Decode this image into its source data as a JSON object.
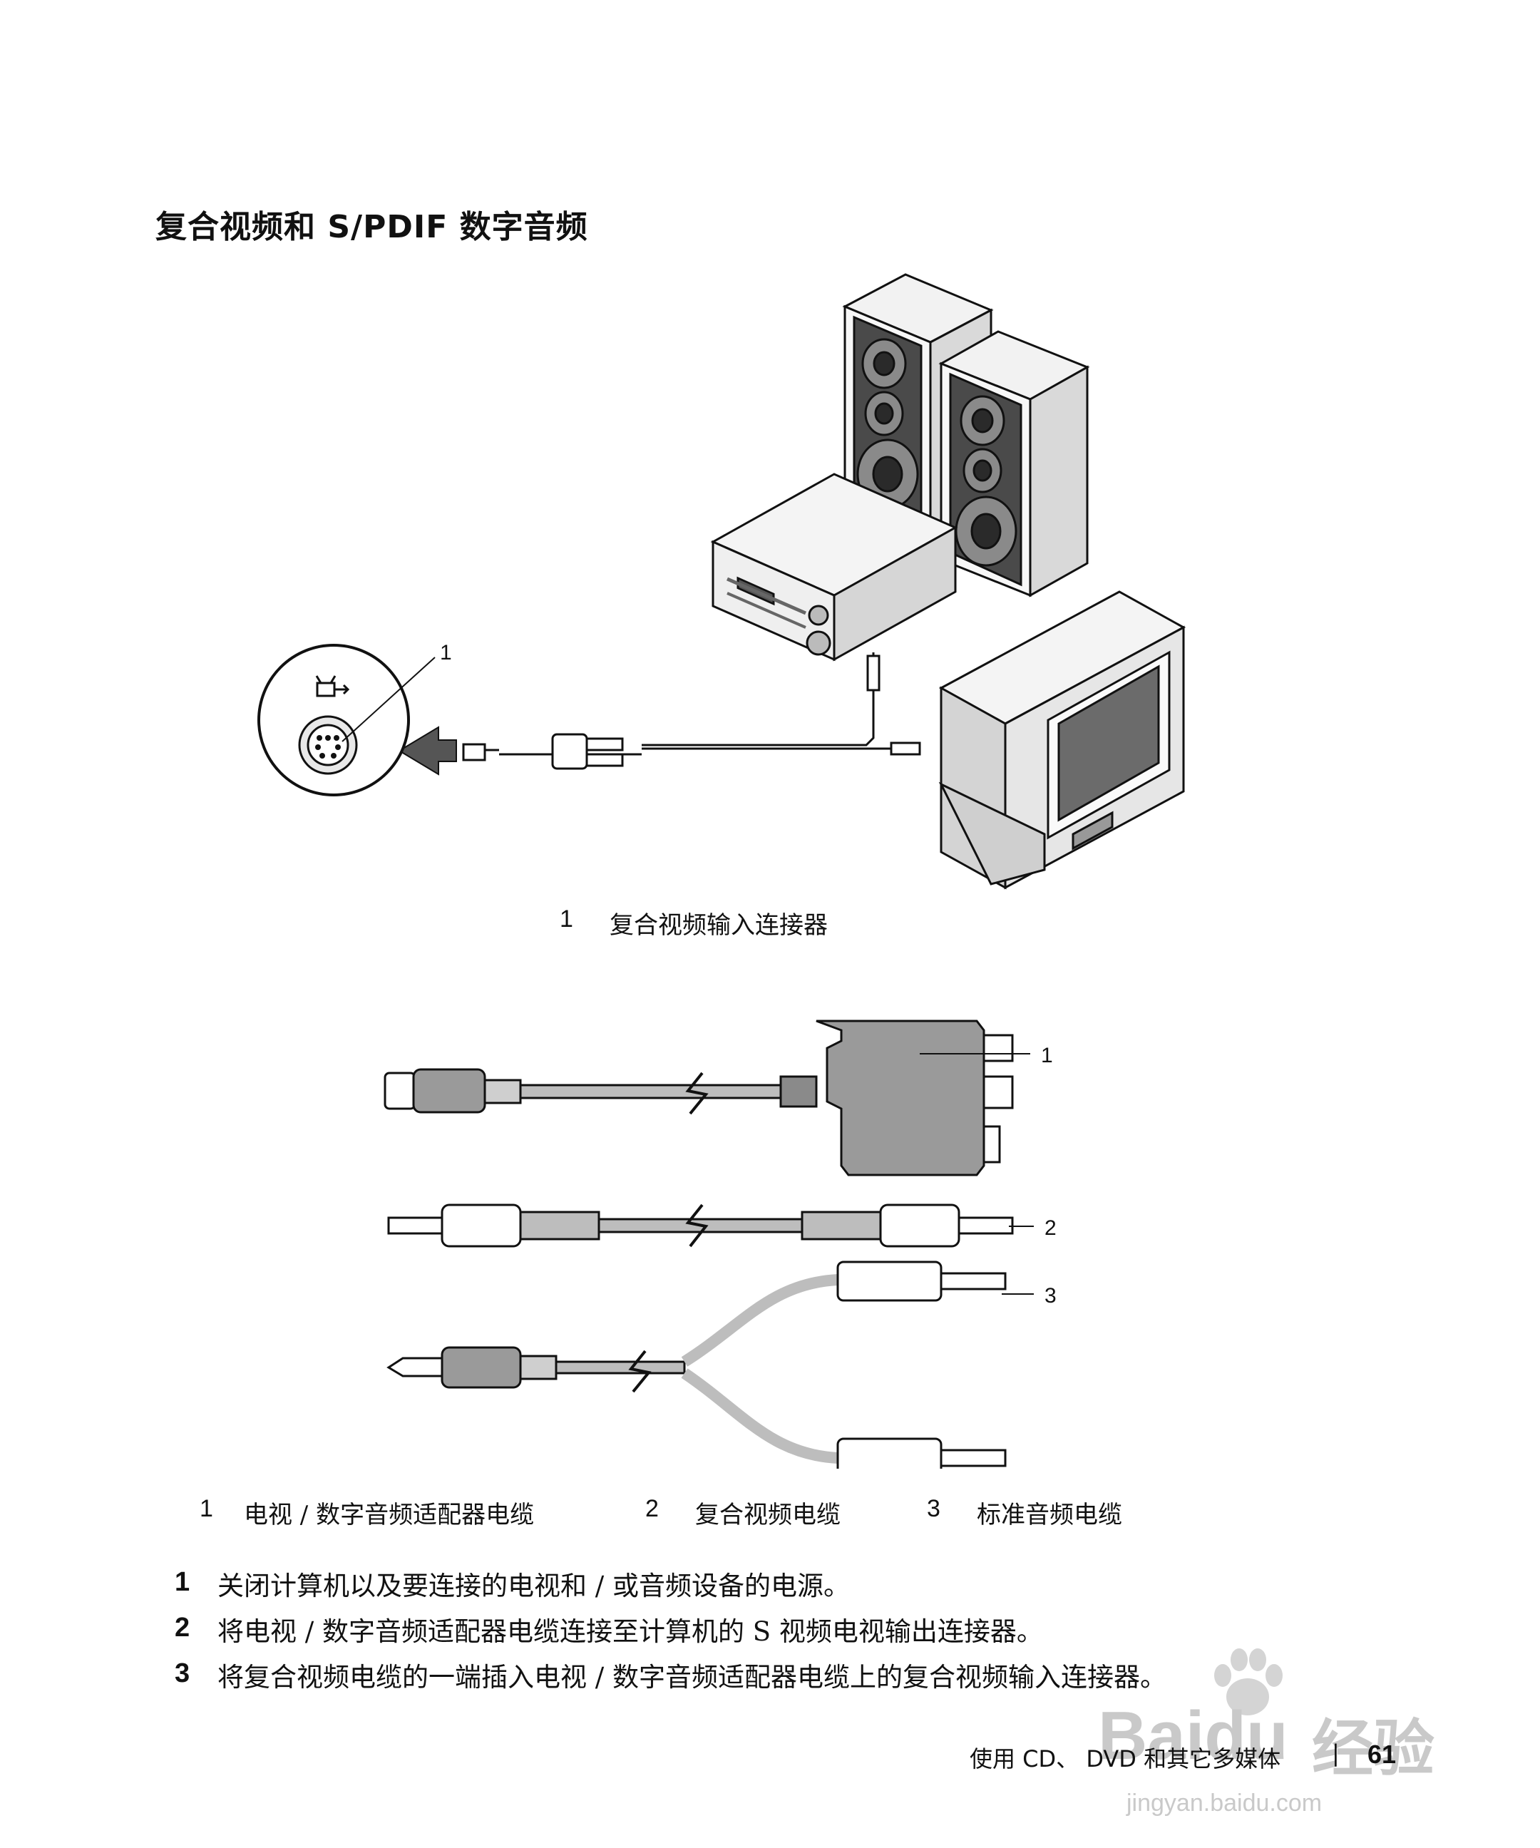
{
  "section_title": "复合视频和 S/PDIF 数字音频",
  "figure1": {
    "callout_number": "1",
    "caption_number": "1",
    "caption_text": "复合视频输入连接器"
  },
  "figure2": {
    "callouts": [
      "1",
      "2",
      "3"
    ],
    "legend": [
      {
        "number": "1",
        "text": "电视 / 数字音频适配器电缆"
      },
      {
        "number": "2",
        "text": "复合视频电缆"
      },
      {
        "number": "3",
        "text": "标准音频电缆"
      }
    ]
  },
  "steps": [
    {
      "number": "1",
      "text": "关闭计算机以及要连接的电视和 / 或音频设备的电源。"
    },
    {
      "number": "2",
      "text": "将电视 / 数字音频适配器电缆连接至计算机的 S 视频电视输出连接器。"
    },
    {
      "number": "3",
      "text": "将复合视频电缆的一端插入电视 / 数字音频适配器电缆上的复合视频输入连接器。"
    }
  ],
  "footer": {
    "chapter": "使用 CD、 DVD 和其它多媒体",
    "separator": "|",
    "page": "61"
  },
  "watermark": {
    "brand": "Baidu",
    "cn": "经验",
    "url": "jingyan.baidu.com"
  }
}
